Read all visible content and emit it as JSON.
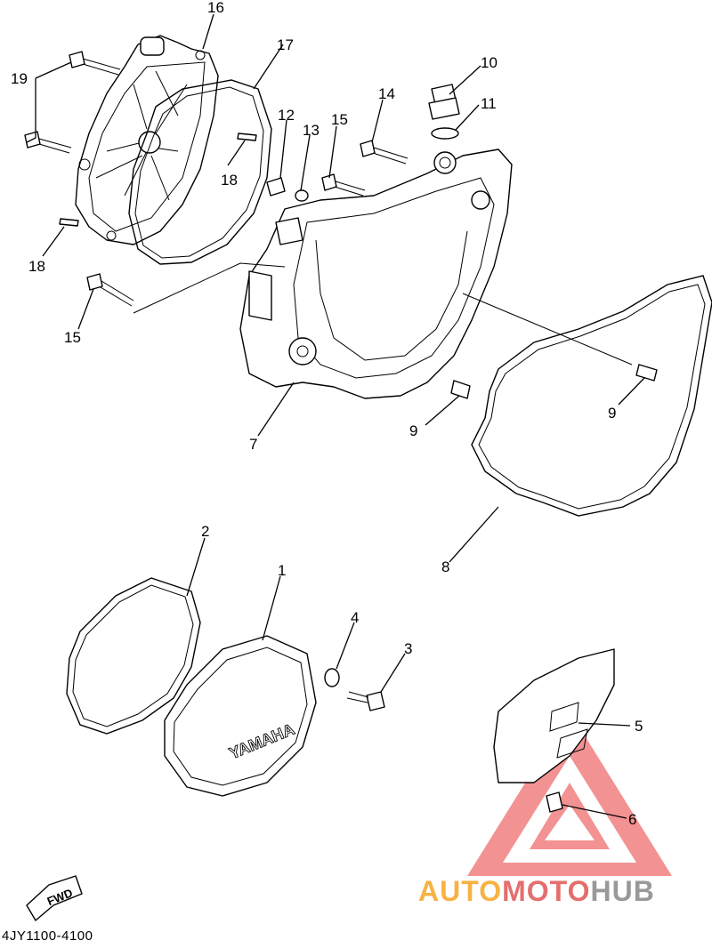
{
  "diagram_code": "4JY1100-4100",
  "fwd_label": "FWD",
  "cover_brand": "YAMAHA",
  "watermark": {
    "part1": "AUTO",
    "part2": "MOTO",
    "part3": "HUB",
    "color1": "#f5a623",
    "color2": "#e05555",
    "color3": "#888888",
    "triangle_color": "#f28080"
  },
  "callouts": [
    "16",
    "17",
    "19",
    "10",
    "11",
    "14",
    "12",
    "13",
    "15",
    "18",
    "18",
    "15",
    "9",
    "9",
    "7",
    "8",
    "2",
    "1",
    "4",
    "3",
    "5",
    "6"
  ]
}
